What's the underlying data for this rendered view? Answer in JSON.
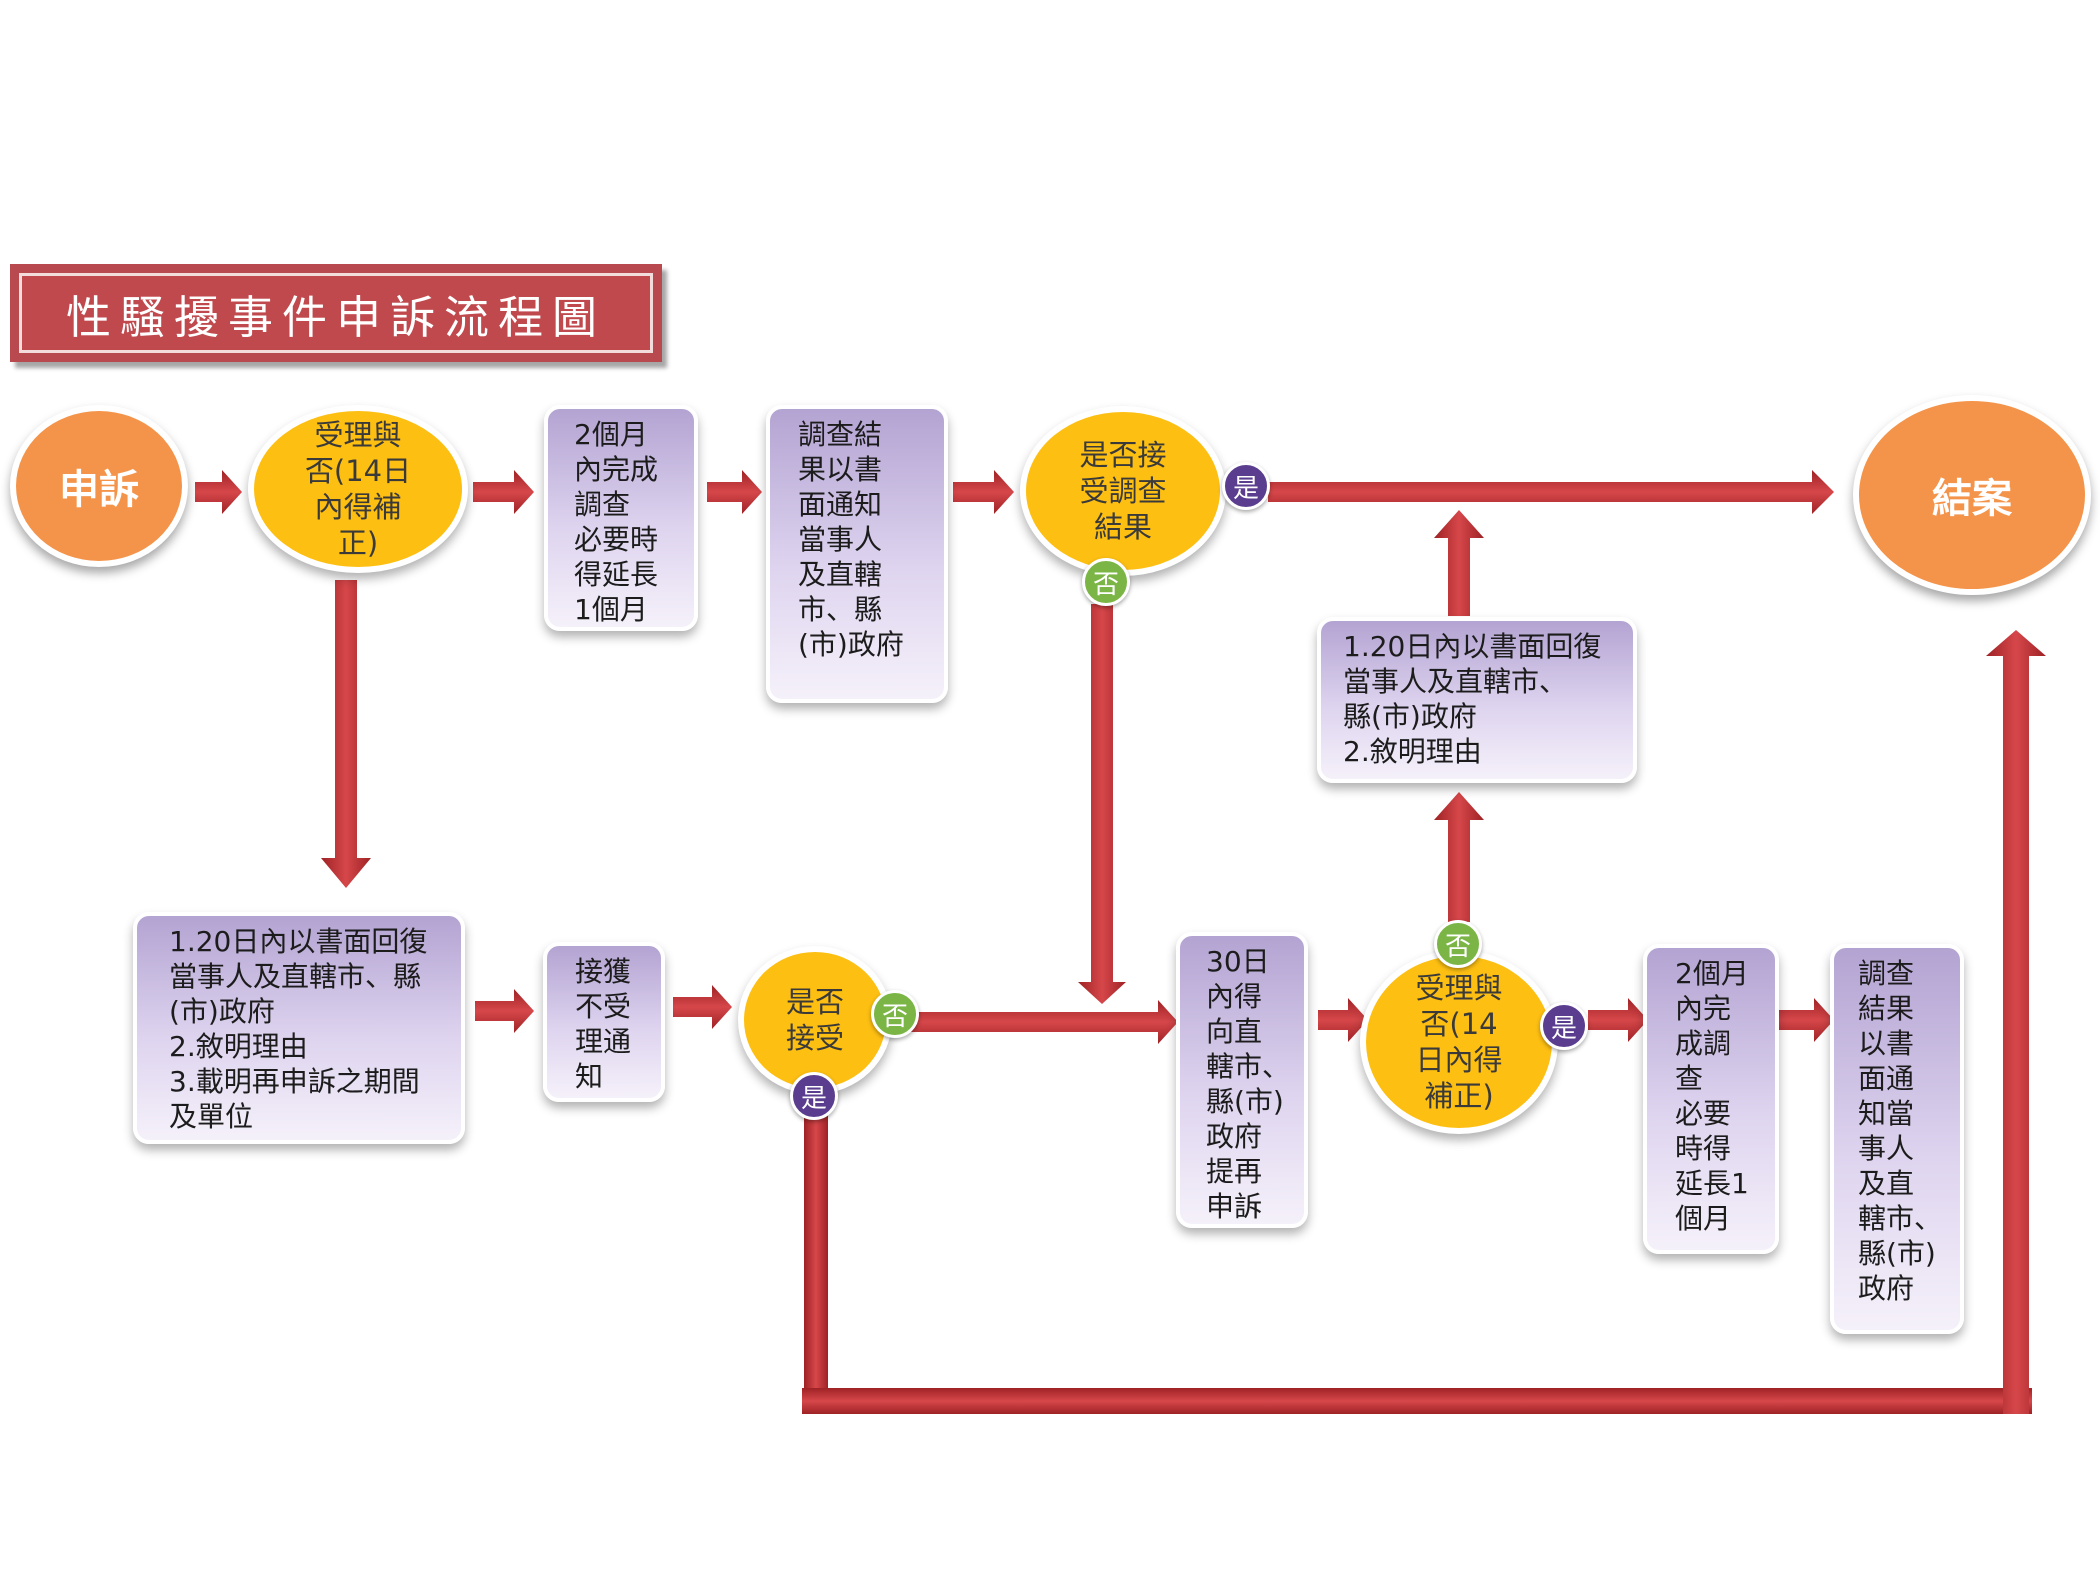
{
  "title": "性騷擾事件申訴流程圖",
  "nodes": {
    "start": "申訴",
    "accept_check_1": "受理與\n否(14日\n內得補\n正)",
    "investigate_1": "2個月\n內完成\n調查\n必要時\n得延長\n1個月",
    "notify_1": "調查結\n果以書\n面通知\n當事人\n及直轄\n市、縣\n(市)政府",
    "accept_result": "是否接\n受調查\n結果",
    "end": "結案",
    "reply_reasons_top": "1.20日內以書面回復\n當事人及直轄市、\n縣(市)政府\n2.敘明理由",
    "reply_reasons_left": "1.20日內以書面回復\n當事人及直轄市、縣\n(市)政府\n2.敘明理由\n3.載明再申訴之期間\n及單位",
    "receive_notice": "接獲\n不受\n理通\n知",
    "accept_decision": "是否\n接受",
    "appeal_30d": "30日\n內得\n向直\n轄市、\n縣(市)\n政府\n提再\n申訴",
    "accept_check_2": "受理與\n否(14\n日內得\n補正)",
    "investigate_2": "2個月\n內完\n成調\n查\n必要\n時得\n延長1\n個月",
    "notify_2": "調查\n結果\n以書\n面通\n知當\n事人\n及直\n轄市、\n縣(市)\n政府"
  },
  "labels": {
    "yes": "是",
    "no": "否"
  },
  "colors": {
    "arrow": "#c0393c",
    "title_bg": "#c0494e",
    "start_end": "#f4944a",
    "decision": "#fdbf12",
    "process_box": "#b3a3d2",
    "yes_badge": "#5b3d8f",
    "no_badge": "#7ab545"
  }
}
